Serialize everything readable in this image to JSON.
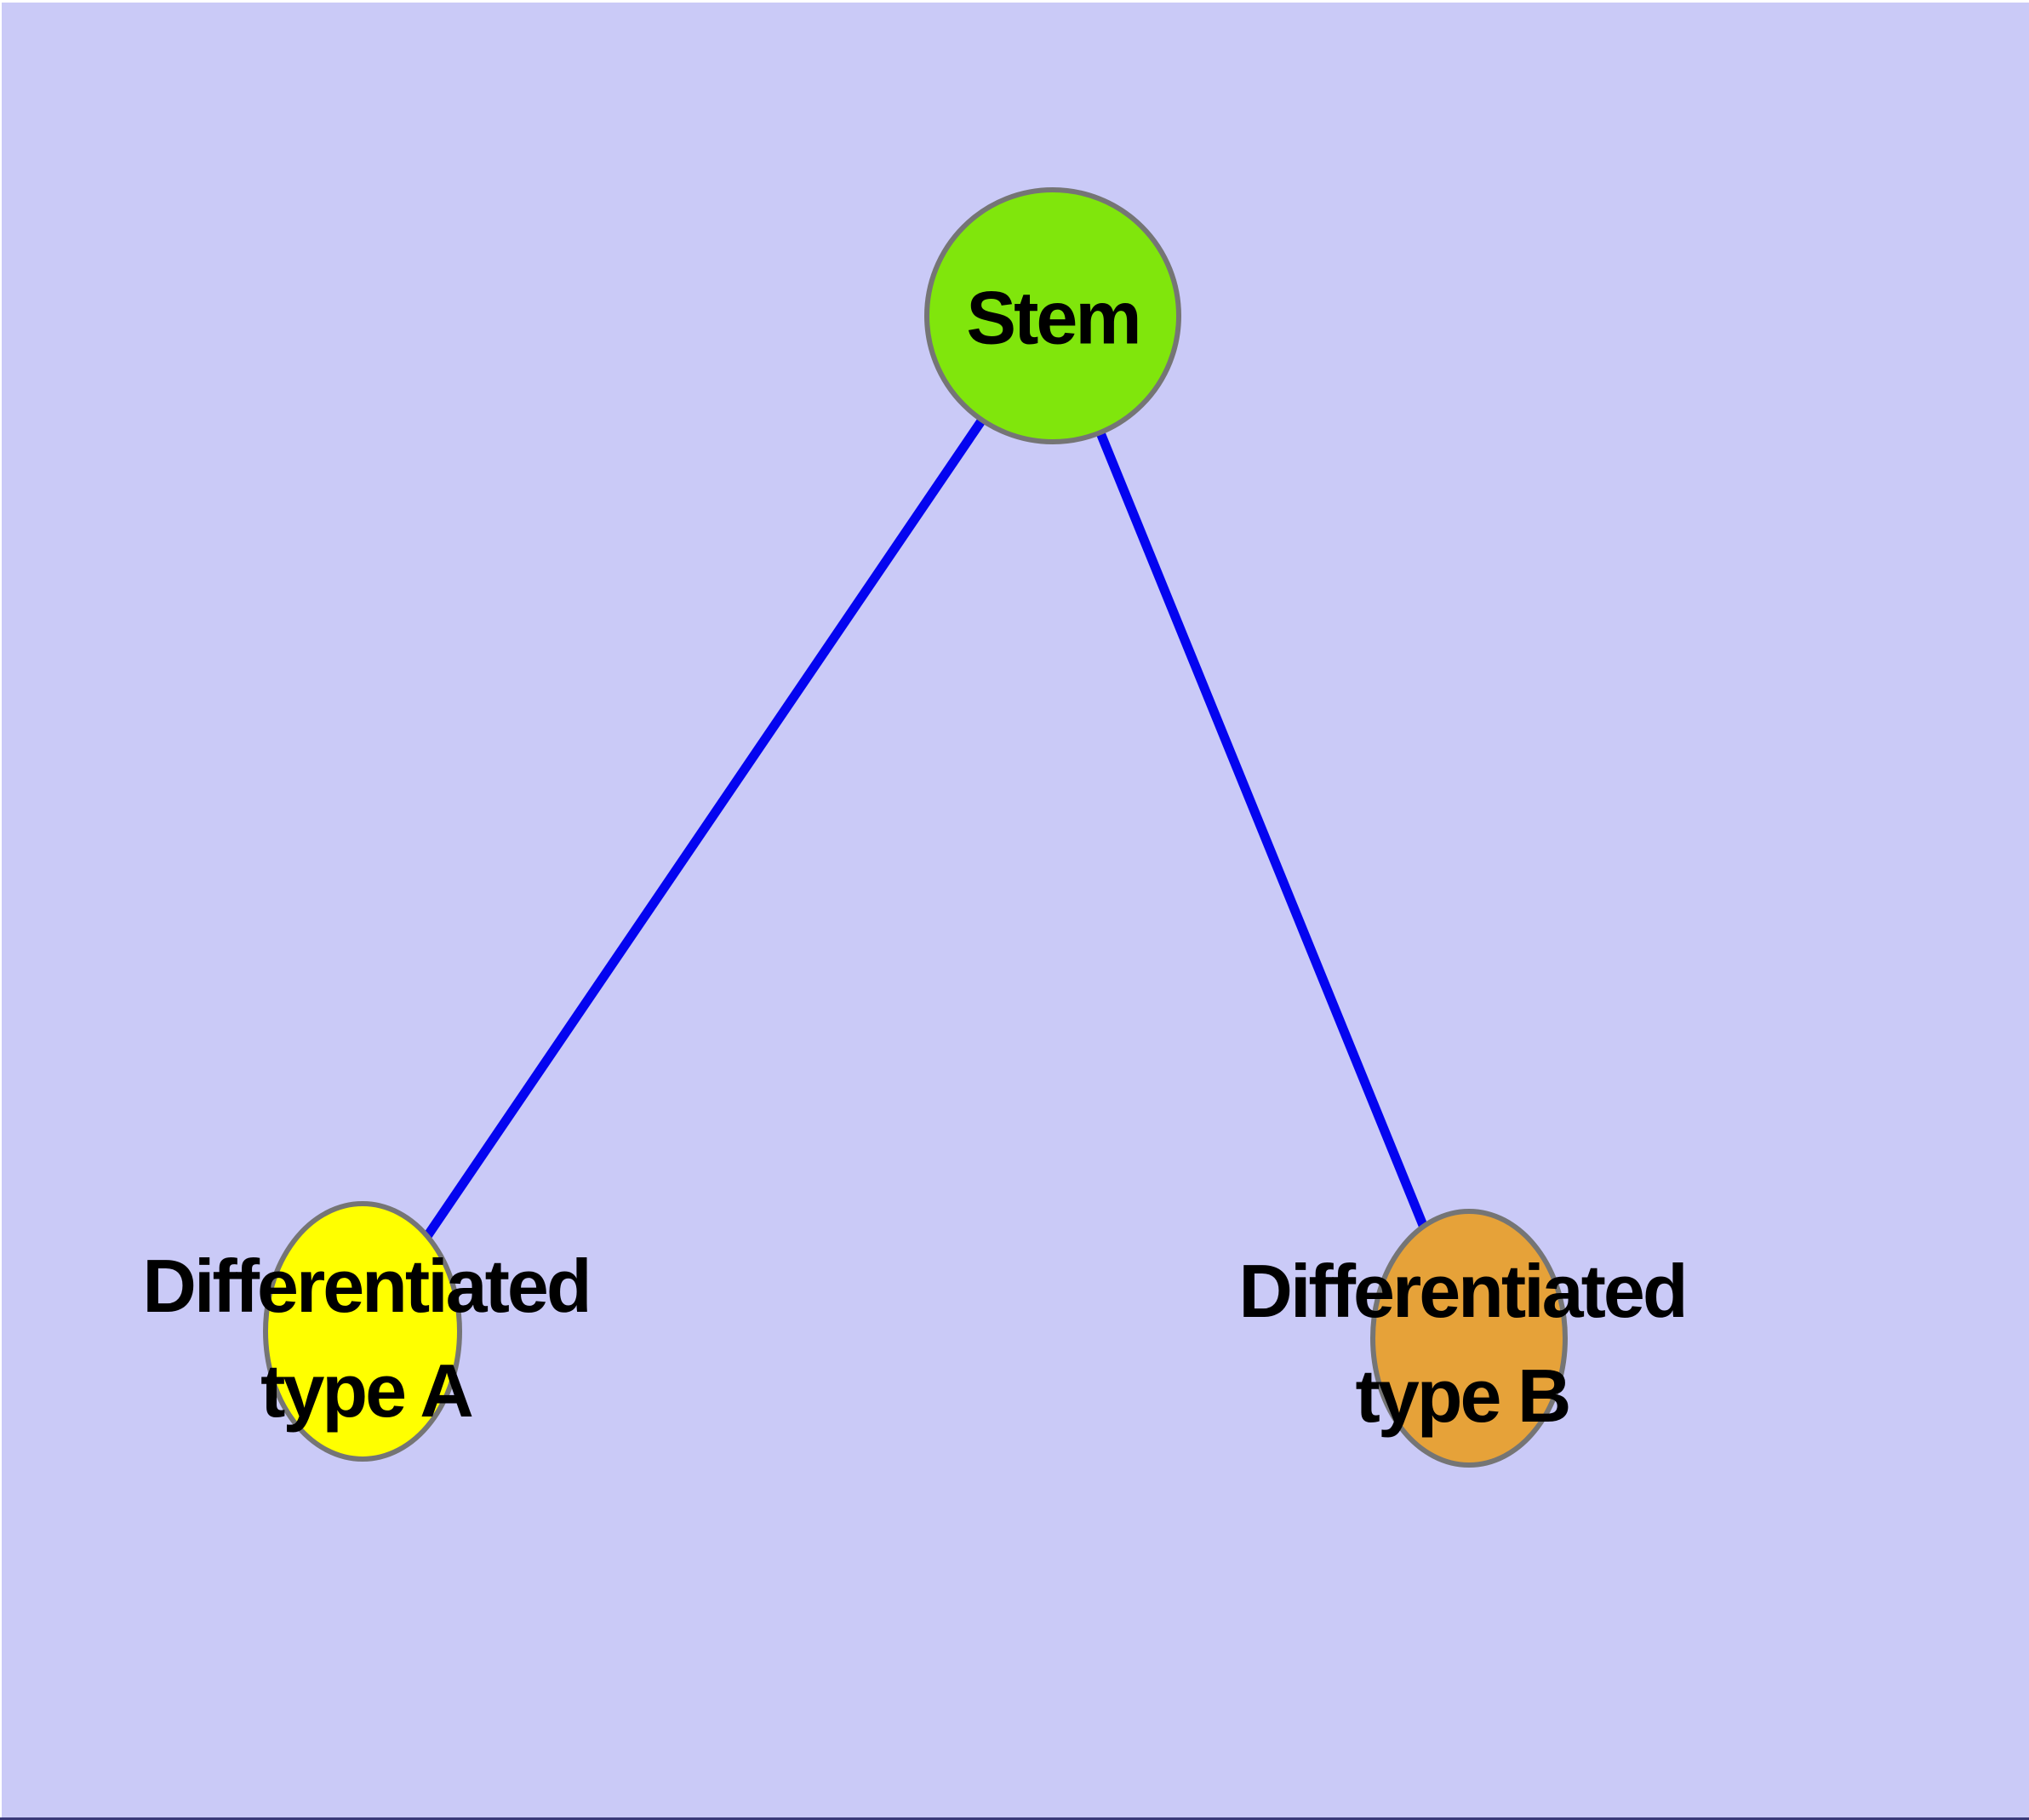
{
  "diagram": {
    "type": "node-link graph",
    "background_color": "#CACAF7",
    "frame_top_color": "#FFFFFF",
    "bottom_strip_color": "#3A3A78",
    "node_border_color": "#757575",
    "edge_color": "#0404F0",
    "nodes": [
      {
        "id": "stem",
        "label": "Stem",
        "color": "#80E60C",
        "shape": "circle"
      },
      {
        "id": "diff-a",
        "label": "Differentiated\ntype A",
        "color": "#FFFF00",
        "shape": "ellipse"
      },
      {
        "id": "diff-b",
        "label": "Differentiated\ntype B",
        "color": "#E6A239",
        "shape": "ellipse"
      }
    ],
    "edges": [
      {
        "from": "stem",
        "to": "diff-a",
        "color": "#0404F0"
      },
      {
        "from": "stem",
        "to": "diff-b",
        "color": "#0404F0"
      }
    ]
  }
}
